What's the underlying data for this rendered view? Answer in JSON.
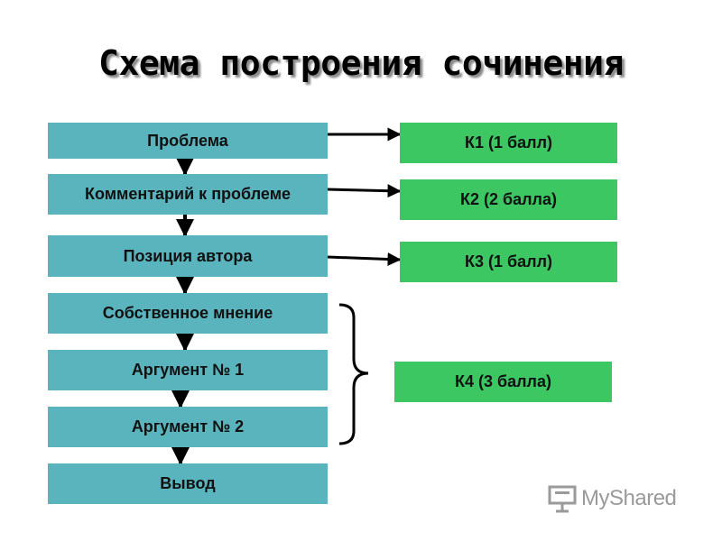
{
  "title": "Схема построения сочинения",
  "steps": [
    "Проблема",
    "Комментарий к проблеме",
    "Позиция автора",
    "Собственное мнение",
    "Аргумент № 1",
    "Аргумент № 2",
    "Вывод"
  ],
  "scores": [
    "К1 (1 балл)",
    "К2 (2 балла)",
    "К3 (1 балл)",
    "К4 (3 балла)"
  ],
  "watermark": {
    "text": "MyShared",
    "icon": "presentation-board-icon"
  },
  "colors": {
    "step_fill": "#5ab4bd",
    "score_fill": "#3cc763",
    "arrow": "#000000"
  }
}
